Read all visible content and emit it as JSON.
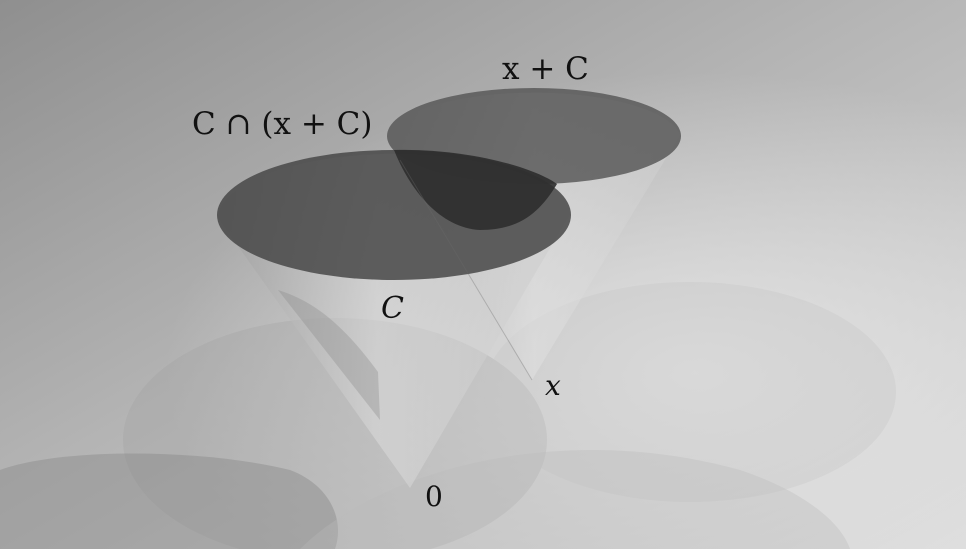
{
  "labels": {
    "translated_cone": "x + C",
    "intersection": "C ∩ (x + C)",
    "cone": "C",
    "point_x": "x",
    "origin": "0"
  }
}
